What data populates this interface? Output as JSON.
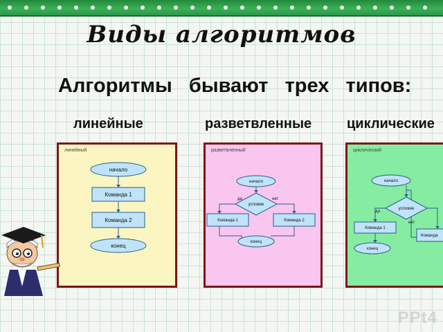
{
  "title": "Виды алгоритмов",
  "subtitle": "Алгоритмы   бывают   трех   типов:",
  "types": [
    {
      "label": "линейные"
    },
    {
      "label": "разветвленные"
    },
    {
      "label": "циклические"
    }
  ],
  "linear": {
    "caption": "линейный",
    "start": "начало",
    "cmd1": "Команда 1",
    "cmd2": "Команда 2",
    "end": "конец"
  },
  "branching": {
    "caption": "разветвленный",
    "start": "начало",
    "condition": "условие",
    "yes": "да",
    "no": "нет",
    "cmd1": "Команда 1",
    "cmd2": "Команда 2",
    "end": "конец"
  },
  "cyclic": {
    "caption": "циклический",
    "start": "начало",
    "condition": "условие",
    "yes": "да",
    "no": "нет",
    "cmd1": "Команда 1",
    "cmd2": "Команда",
    "end": "конец"
  },
  "watermark": "PPt4",
  "colors": {
    "linear_bg": "#fbf5c2",
    "branching_bg": "#f8c6ef",
    "cyclic_bg": "#86eca1",
    "frame": "#7a1717",
    "node_fill": "#bfe3f8",
    "node_stroke": "#2a5d8a"
  }
}
